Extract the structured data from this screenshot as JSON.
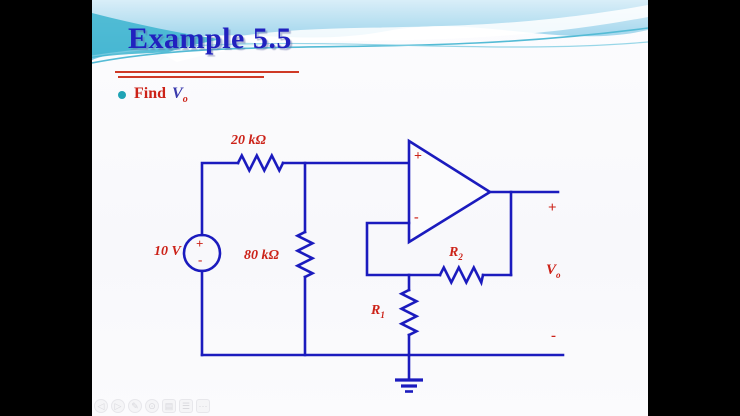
{
  "slide": {
    "title": "Example 5.5",
    "bullet": {
      "label": "Find",
      "var": "V",
      "var_sub": "o"
    }
  },
  "circuit": {
    "source_label": "10 V",
    "source_plus": "+",
    "source_minus": "-",
    "r20_label": "20 kΩ",
    "r80_label": "80 kΩ",
    "r2_name": "R",
    "r2_sub": "2",
    "r1_name": "R",
    "r1_sub": "1",
    "opamp_plus": "+",
    "opamp_minus": "-",
    "out_plus": "+",
    "out_minus": "-",
    "out_var": "V",
    "out_var_sub": "o",
    "colors": {
      "wire": "#1b1bbe",
      "label_red": "#cc2218",
      "title_blue": "#2121bf",
      "underline_red": "#cf3a26",
      "swoosh_teal": "#3cb4cf"
    }
  },
  "toolbar": {
    "items": [
      {
        "name": "prev-slide",
        "glyph": "◁"
      },
      {
        "name": "next-slide",
        "glyph": "▷"
      },
      {
        "name": "pen-tool",
        "glyph": "✎"
      },
      {
        "name": "laser-pointer",
        "glyph": "⊙"
      },
      {
        "name": "see-all-slides",
        "glyph": "▤"
      },
      {
        "name": "captions",
        "glyph": "☰"
      },
      {
        "name": "more-options",
        "glyph": "⋯"
      }
    ]
  }
}
